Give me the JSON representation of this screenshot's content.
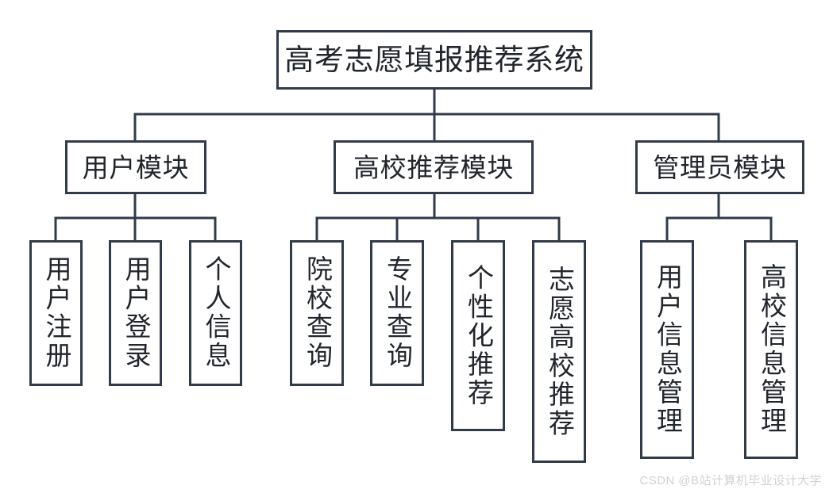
{
  "diagram": {
    "title": "高考志愿填报推荐系统",
    "type": "tree-hierarchy",
    "root": {
      "label": "高考志愿填报推荐系统"
    },
    "modules": [
      {
        "label": "用户模块"
      },
      {
        "label": "高校推荐模块"
      },
      {
        "label": "管理员模块"
      }
    ],
    "leaves": {
      "user": [
        {
          "label": "用户注册"
        },
        {
          "label": "用户登录"
        },
        {
          "label": "个人信息"
        }
      ],
      "recommend": [
        {
          "label": "院校查询"
        },
        {
          "label": "专业查询"
        },
        {
          "label": "个性化推荐"
        },
        {
          "label": "志愿高校推荐"
        }
      ],
      "admin": [
        {
          "label": "用户信息管理"
        },
        {
          "label": "高校信息管理"
        }
      ]
    }
  },
  "watermark": {
    "text": "CSDN @B站计算机毕业设计大学"
  },
  "colors": {
    "border": "#313b49",
    "text": "#22262c",
    "background": "#ffffff",
    "watermark": "#d2d2d2"
  }
}
